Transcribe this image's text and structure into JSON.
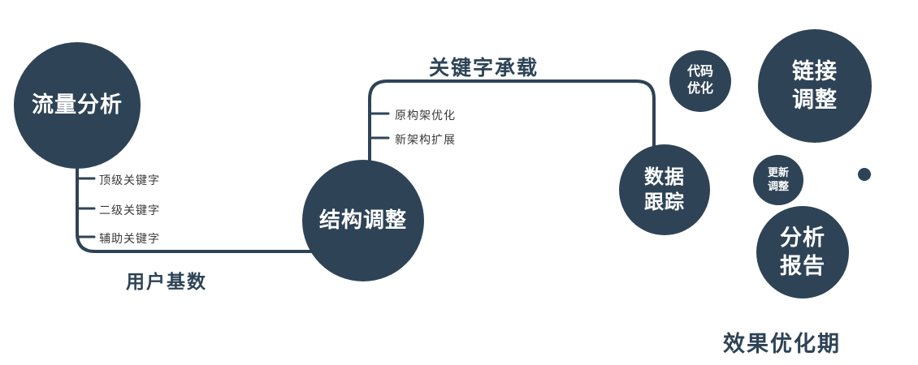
{
  "diagram": {
    "caption": "效果优化期",
    "colors": {
      "primary": "#2e4356",
      "node_text": "#ffffff",
      "branch_text": "#3a3a3a"
    },
    "nodes": {
      "traffic": {
        "label": "流量分析"
      },
      "structure": {
        "label": "结构调整"
      },
      "tracking": {
        "label": "数据\n跟踪"
      },
      "code": {
        "label": "代码\n优化"
      },
      "link": {
        "label": "链接\n调整"
      },
      "update": {
        "label": "更新\n调整"
      },
      "report": {
        "label": "分析\n报告"
      }
    },
    "edge_labels": {
      "user_base": "用户基数",
      "keyword_carry": "关键字承载"
    },
    "branches": {
      "traffic": [
        "顶级关键字",
        "二级关键字",
        "辅助关键字"
      ],
      "structure": [
        "原构架优化",
        "新架构扩展"
      ]
    }
  }
}
